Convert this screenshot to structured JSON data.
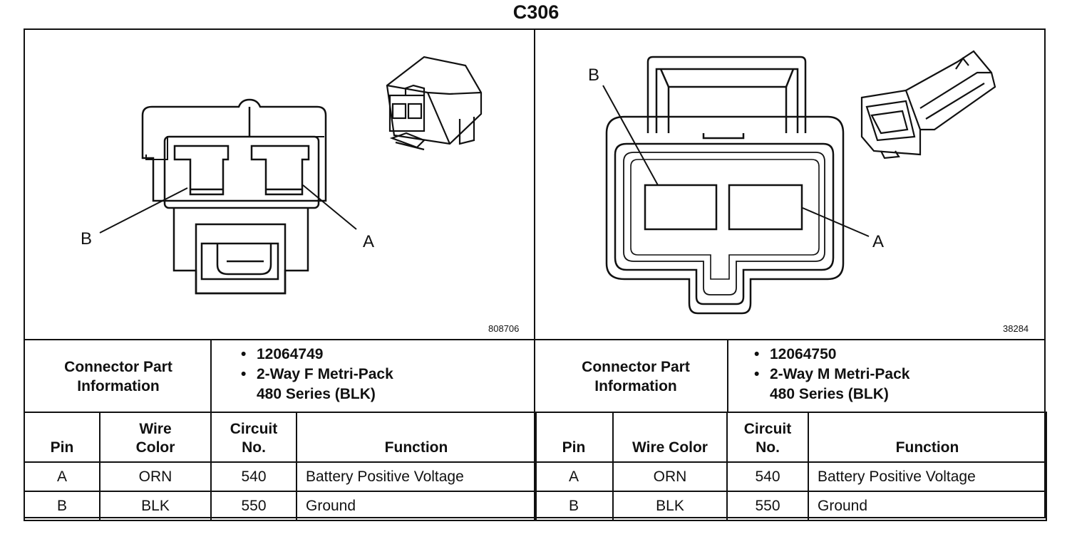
{
  "title": "C306",
  "left": {
    "image_code": "808706",
    "callouts": [
      "B",
      "A"
    ],
    "info_label": "Connector Part Information",
    "part_number": "12064749",
    "description_line1": "2-Way F Metri-Pack",
    "description_line2": "480 Series (BLK)",
    "headers": {
      "pin": "Pin",
      "wire_color": "Wire Color",
      "circuit": "Circuit No.",
      "function": "Function"
    },
    "rows": [
      {
        "pin": "A",
        "wire_color": "ORN",
        "circuit": "540",
        "function": "Battery Positive Voltage"
      },
      {
        "pin": "B",
        "wire_color": "BLK",
        "circuit": "550",
        "function": "Ground"
      }
    ]
  },
  "right": {
    "image_code": "38284",
    "callouts": [
      "B",
      "A"
    ],
    "info_label": "Connector Part Information",
    "part_number": "12064750",
    "description_line1": "2-Way M Metri-Pack",
    "description_line2": "480 Series (BLK)",
    "headers": {
      "pin": "Pin",
      "wire_color": "Wire Color",
      "circuit": "Circuit No.",
      "function": "Function"
    },
    "rows": [
      {
        "pin": "A",
        "wire_color": "ORN",
        "circuit": "540",
        "function": "Battery Positive Voltage"
      },
      {
        "pin": "B",
        "wire_color": "BLK",
        "circuit": "550",
        "function": "Ground"
      }
    ]
  }
}
